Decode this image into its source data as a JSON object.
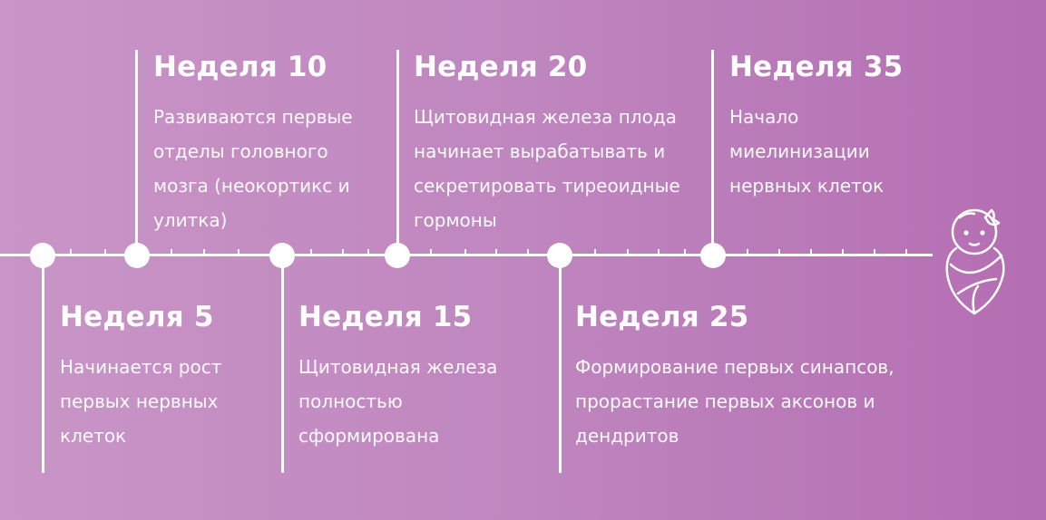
{
  "milestones": [
    {
      "title": "Неделя 5",
      "position": "down",
      "lines": [
        "Начинается рост",
        "первых нервных",
        "клеток"
      ]
    },
    {
      "title": "Неделя 10",
      "position": "up",
      "lines": [
        "Развиваются первые",
        "отделы головного",
        "мозга (неокортикс и",
        "улитка)"
      ]
    },
    {
      "title": "Неделя 15",
      "position": "down",
      "lines": [
        "Щитовидная железа",
        "полностью",
        "сформирована"
      ]
    },
    {
      "title": "Неделя 20",
      "position": "up",
      "lines": [
        "Щитовидная железа плода",
        "начинает вырабатывать и",
        "секретировать тиреоидные",
        "гормоны"
      ]
    },
    {
      "title": "Неделя 25",
      "position": "down",
      "lines": [
        "Формирование первых синапсов,",
        "прорастание первых аксонов и",
        "дендритов"
      ]
    },
    {
      "title": "Неделя 35",
      "position": "up",
      "lines": [
        "Начало",
        "миелинизации",
        "нервных клеток"
      ]
    }
  ],
  "icons": {
    "end": "baby-icon"
  },
  "colors": {
    "gradient_start": "#c995c6",
    "gradient_end": "#b46eb2",
    "foreground": "#ffffff"
  }
}
